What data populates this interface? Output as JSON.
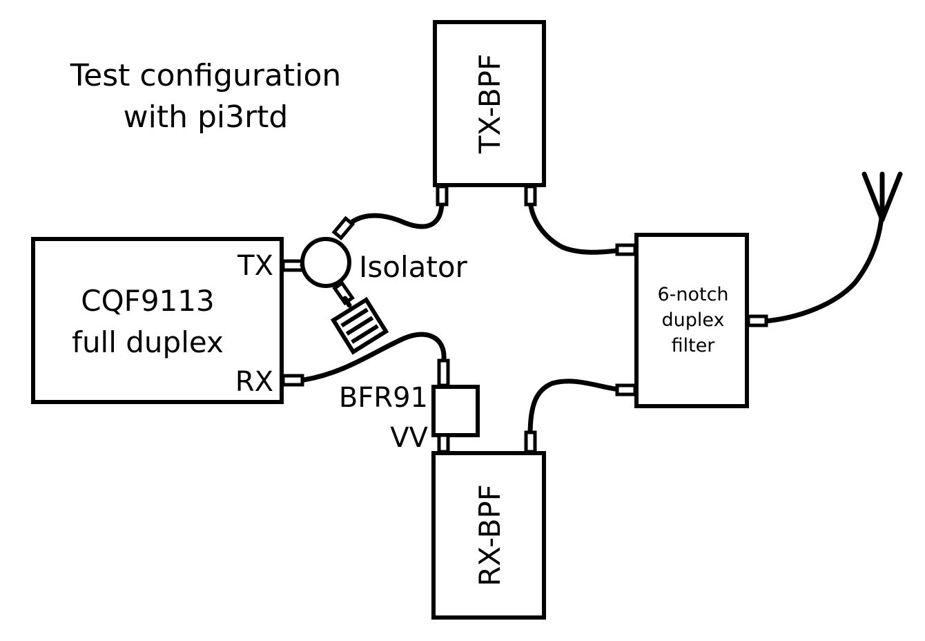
{
  "title": {
    "line1": "Test configuration",
    "line2": "with pi3rtd"
  },
  "transceiver": {
    "line1": "CQF9113",
    "line2": "full duplex",
    "tx_label": "TX",
    "rx_label": "RX"
  },
  "isolator": {
    "label": "Isolator"
  },
  "amplifier": {
    "line1": "BFR91",
    "line2": "VV"
  },
  "tx_filter": {
    "label": "TX-BPF"
  },
  "rx_filter": {
    "label": "RX-BPF"
  },
  "duplexer": {
    "line1": "6-notch",
    "line2": "duplex",
    "line3": "filter"
  },
  "colors": {
    "ink": "#000000",
    "background": "#ffffff"
  },
  "icons": [
    "antenna-icon",
    "isolator-circle",
    "dummy-load-icon",
    "coax-connector"
  ]
}
